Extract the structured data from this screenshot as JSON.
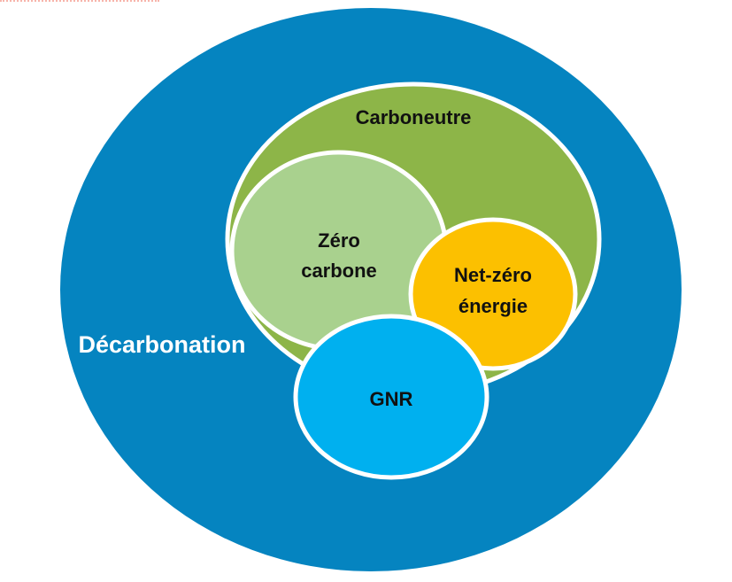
{
  "diagram": {
    "decarbonation": {
      "label": "Décarbonation",
      "color": "#0584c0"
    },
    "carboneutre": {
      "label": "Carboneutre",
      "color": "#8db548"
    },
    "zero_carbone": {
      "line1": "Zéro",
      "line2": "carbone",
      "color": "#a9d18e"
    },
    "net_zero": {
      "line1": "Net-zéro",
      "line2": "énergie",
      "color": "#fcc000"
    },
    "gnr": {
      "label": "GNR",
      "color": "#00b0ef"
    }
  }
}
